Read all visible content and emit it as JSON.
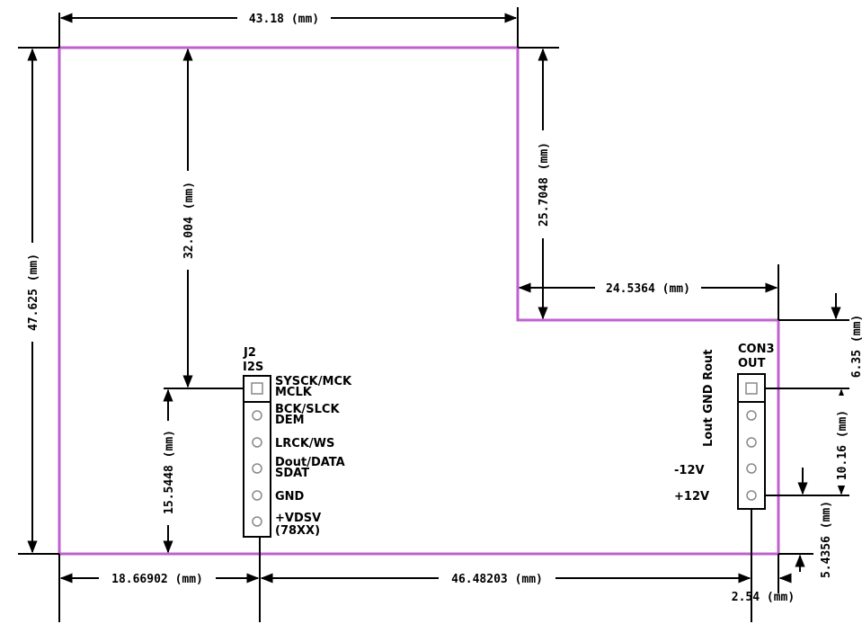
{
  "dimensions": {
    "top_width": "43.18 (mm)",
    "left_height": "47.625 (mm)",
    "inner_height": "32.004 (mm)",
    "notch_height": "25.7048 (mm)",
    "notch_width": "24.5364 (mm)",
    "right_offset": "6.35 (mm)",
    "pin_span": "10.16 (mm)",
    "bottom_offset": "5.4356 (mm)",
    "j2_height": "15.5448 (mm)",
    "left_margin": "18.66902 (mm)",
    "middle_span": "46.48203 (mm)",
    "pitch": "2.54 (mm)"
  },
  "j2": {
    "ref": "J2",
    "name": "I2S",
    "pins": [
      {
        "line1": "SYSCK/MCK",
        "line2": "MCLK"
      },
      {
        "line1": "BCK/SLCK",
        "line2": "DEM"
      },
      {
        "line1": "LRCK/WS",
        "line2": ""
      },
      {
        "line1": "Dout/DATA",
        "line2": "SDAT"
      },
      {
        "line1": "GND",
        "line2": ""
      },
      {
        "line1": "+VDSV",
        "line2": "(78XX)"
      }
    ]
  },
  "con3": {
    "ref": "CON3",
    "name": "OUT",
    "vertical_label": "Lout GND Rout",
    "minus12": "-12V",
    "plus12": "+12V"
  },
  "colors": {
    "outline": "#c060d0",
    "lines": "#000000"
  }
}
